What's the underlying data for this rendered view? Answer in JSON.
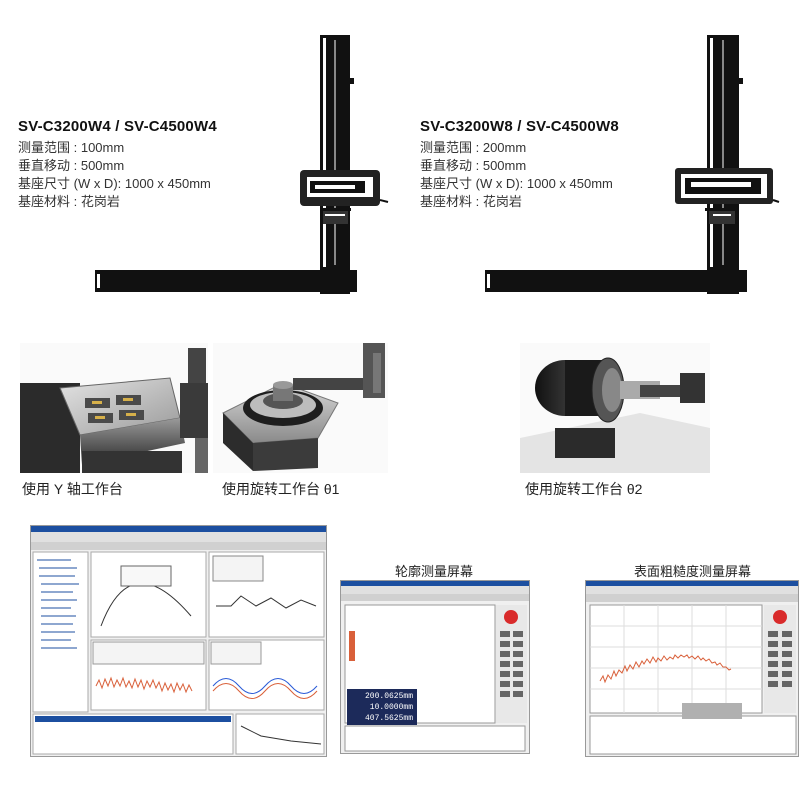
{
  "models": [
    {
      "title": "SV-C3200W4 / SV-C4500W4",
      "specs": [
        "测量范围 : 100mm",
        "垂直移动 : 500mm",
        "基座尺寸 (W x D): 1000 x 450mm",
        "基座材料 : 花岗岩"
      ]
    },
    {
      "title": "SV-C3200W8 / SV-C4500W8",
      "specs": [
        "测量范围 : 200mm",
        "垂直移动 : 500mm",
        "基座尺寸 (W x D): 1000 x 450mm",
        "基座材料 : 花岗岩"
      ]
    }
  ],
  "accessories": [
    {
      "caption": "使用 Y 轴工作台"
    },
    {
      "caption": "使用旋转工作台 θ1"
    },
    {
      "caption": "使用旋转工作台 θ2"
    }
  ],
  "screens": [
    {
      "title": ""
    },
    {
      "title": "轮廓测量屏幕",
      "readouts": [
        "200.0625mm",
        "10.0000mm",
        "407.5625mm"
      ]
    },
    {
      "title": "表面粗糙度测量屏幕"
    }
  ],
  "colors": {
    "machine_dark": "#111111",
    "machine_mid": "#555555",
    "screen_blue": "#1c4fa0",
    "curve_red": "#d9603a",
    "grid_gray": "#dddddd"
  }
}
